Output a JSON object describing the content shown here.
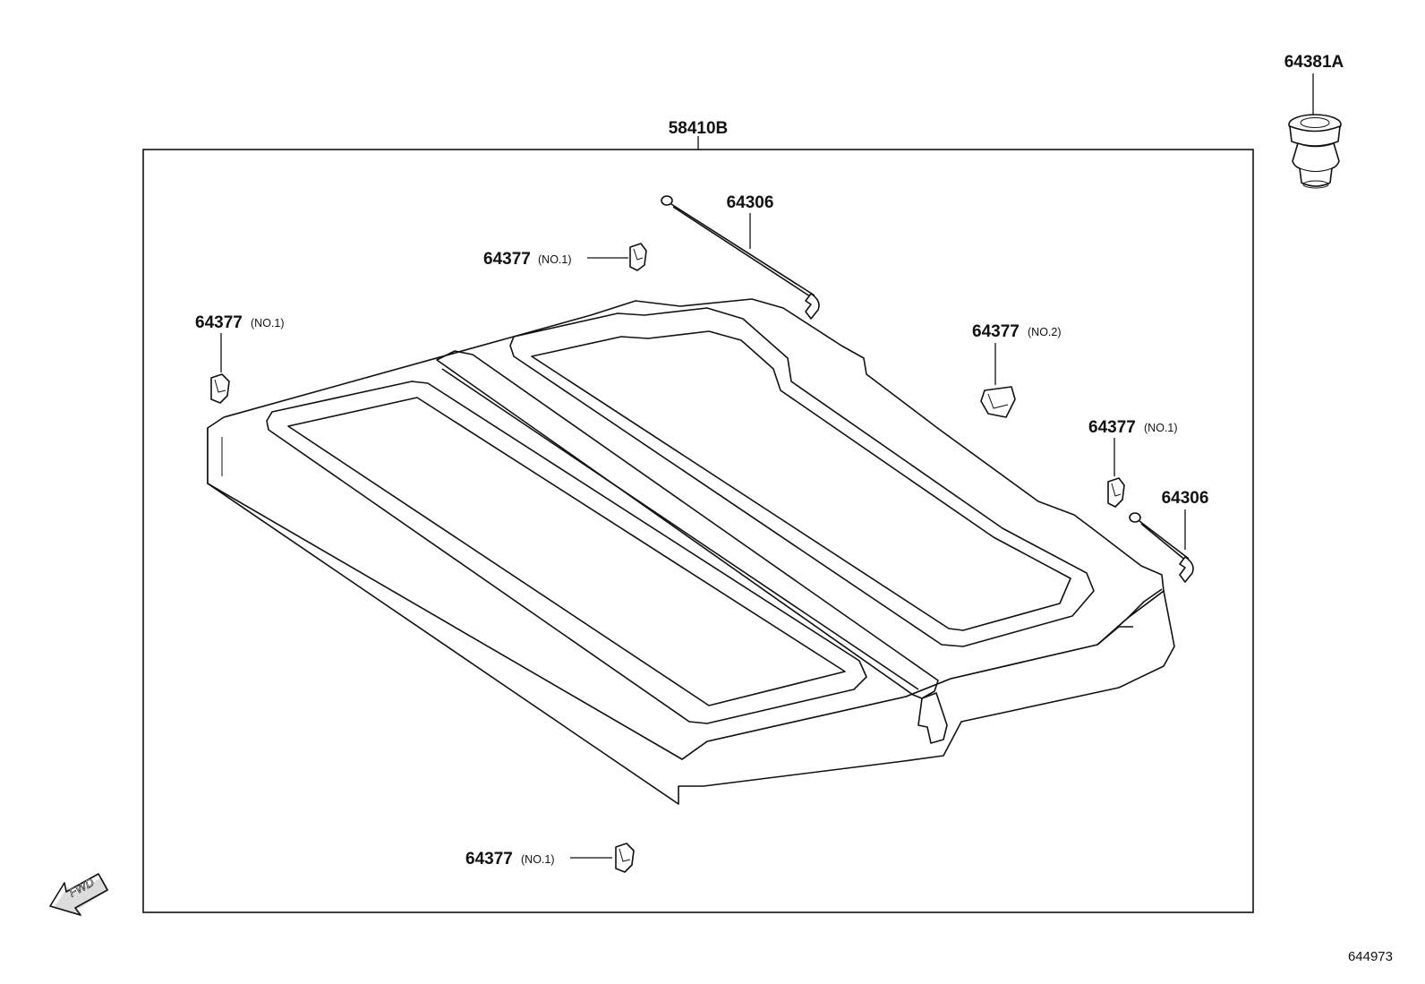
{
  "frame_label": "58410B",
  "callouts": {
    "grommet": {
      "part": "64381A"
    },
    "rod_top": {
      "part": "64306"
    },
    "clip_top": {
      "part": "64377",
      "note": "(NO.1)"
    },
    "clip_left": {
      "part": "64377",
      "note": "(NO.1)"
    },
    "clip_no2": {
      "part": "64377",
      "note": "(NO.2)"
    },
    "clip_right": {
      "part": "64377",
      "note": "(NO.1)"
    },
    "rod_right": {
      "part": "64306"
    },
    "clip_bottom": {
      "part": "64377",
      "note": "(NO.1)"
    }
  },
  "fwd_label": "FWD",
  "diagram_number": "644973"
}
